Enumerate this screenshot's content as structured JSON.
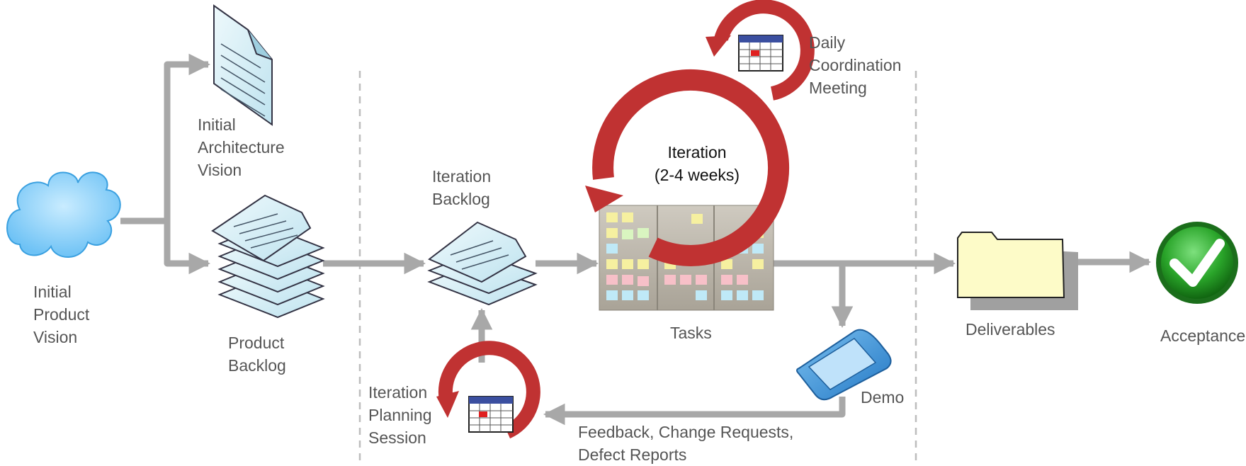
{
  "diagram": {
    "product_vision": [
      "Initial",
      "Product",
      "Vision"
    ],
    "architecture_vision": [
      "Initial",
      "Architecture",
      "Vision"
    ],
    "product_backlog": [
      "Product",
      "Backlog"
    ],
    "iteration_backlog": [
      "Iteration",
      "Backlog"
    ],
    "iteration_planning": [
      "Iteration",
      "Planning",
      "Session"
    ],
    "iteration_cycle": [
      "Iteration",
      "(2-4 weeks)"
    ],
    "daily_meeting": [
      "Daily",
      "Coordination",
      "Meeting"
    ],
    "tasks": "Tasks",
    "demo": "Demo",
    "feedback": [
      "Feedback, Change Requests,",
      "Defect Reports"
    ],
    "deliverables": "Deliverables",
    "acceptance": "Acceptance"
  },
  "icons": {
    "vision": "cloud-icon",
    "architecture": "document-icon",
    "product_backlog": "document-stack-icon",
    "iteration_backlog": "document-stack-icon",
    "tasks": "task-board-icon",
    "iteration": "cycle-arrow-icon",
    "daily": "calendar-icon",
    "planning": "calendar-icon",
    "demo": "smartphone-icon",
    "deliverables": "folder-icon",
    "acceptance": "checkmark-icon"
  },
  "colors": {
    "arrow": "#a8a8a8",
    "cycle": "#c03232",
    "cloud": "#8fd0f8",
    "document": "#d6eef6",
    "folder": "#fdfbc8",
    "accept": "#1e8f1e",
    "phone": "#3a95d9"
  }
}
